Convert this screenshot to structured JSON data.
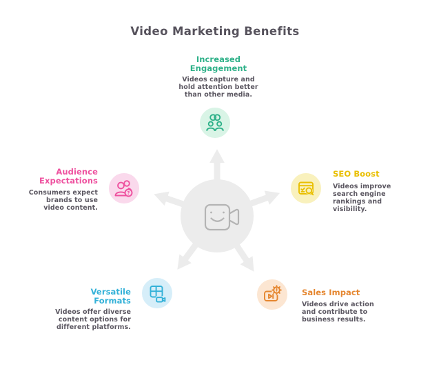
{
  "title": "Video Marketing Benefits",
  "colors": {
    "title": "#56525c",
    "body": "#5b5761",
    "hub": "#ececec",
    "hub_icon_stroke": "#b4b4b4",
    "background": "#ffffff"
  },
  "center": {
    "icon": "smiley-video-camera-icon",
    "shape": "circle-with-5-arrows"
  },
  "nodes": [
    {
      "id": "increased-engagement",
      "position": "top",
      "heading": "Increased Engagement",
      "description": "Videos capture and hold attention better than other media.",
      "accent": "#2fb189",
      "bubble": "#d9f4e6",
      "icon": "people-with-rings-icon"
    },
    {
      "id": "seo-boost",
      "position": "right",
      "heading": "SEO Boost",
      "description": "Videos improve search engine rankings and visibility.",
      "accent": "#e9bf00",
      "bubble": "#f9f1bd",
      "icon": "browser-magnifier-icon"
    },
    {
      "id": "sales-impact",
      "position": "bottom-right",
      "heading": "Sales Impact",
      "description": "Videos drive action and contribute to business results.",
      "accent": "#e5862f",
      "bubble": "#fce6d2",
      "icon": "video-player-gear-icon"
    },
    {
      "id": "versatile-formats",
      "position": "bottom-left",
      "heading": "Versatile Formats",
      "description": "Videos offer diverse content options for different platforms.",
      "accent": "#33b1d8",
      "bubble": "#d6eef9",
      "icon": "grid-camera-icon"
    },
    {
      "id": "audience-expectations",
      "position": "left",
      "heading": "Audience Expectations",
      "description": "Consumers expect brands to use video content.",
      "accent": "#ee519f",
      "bubble": "#fad9ec",
      "icon": "people-question-icon"
    }
  ]
}
